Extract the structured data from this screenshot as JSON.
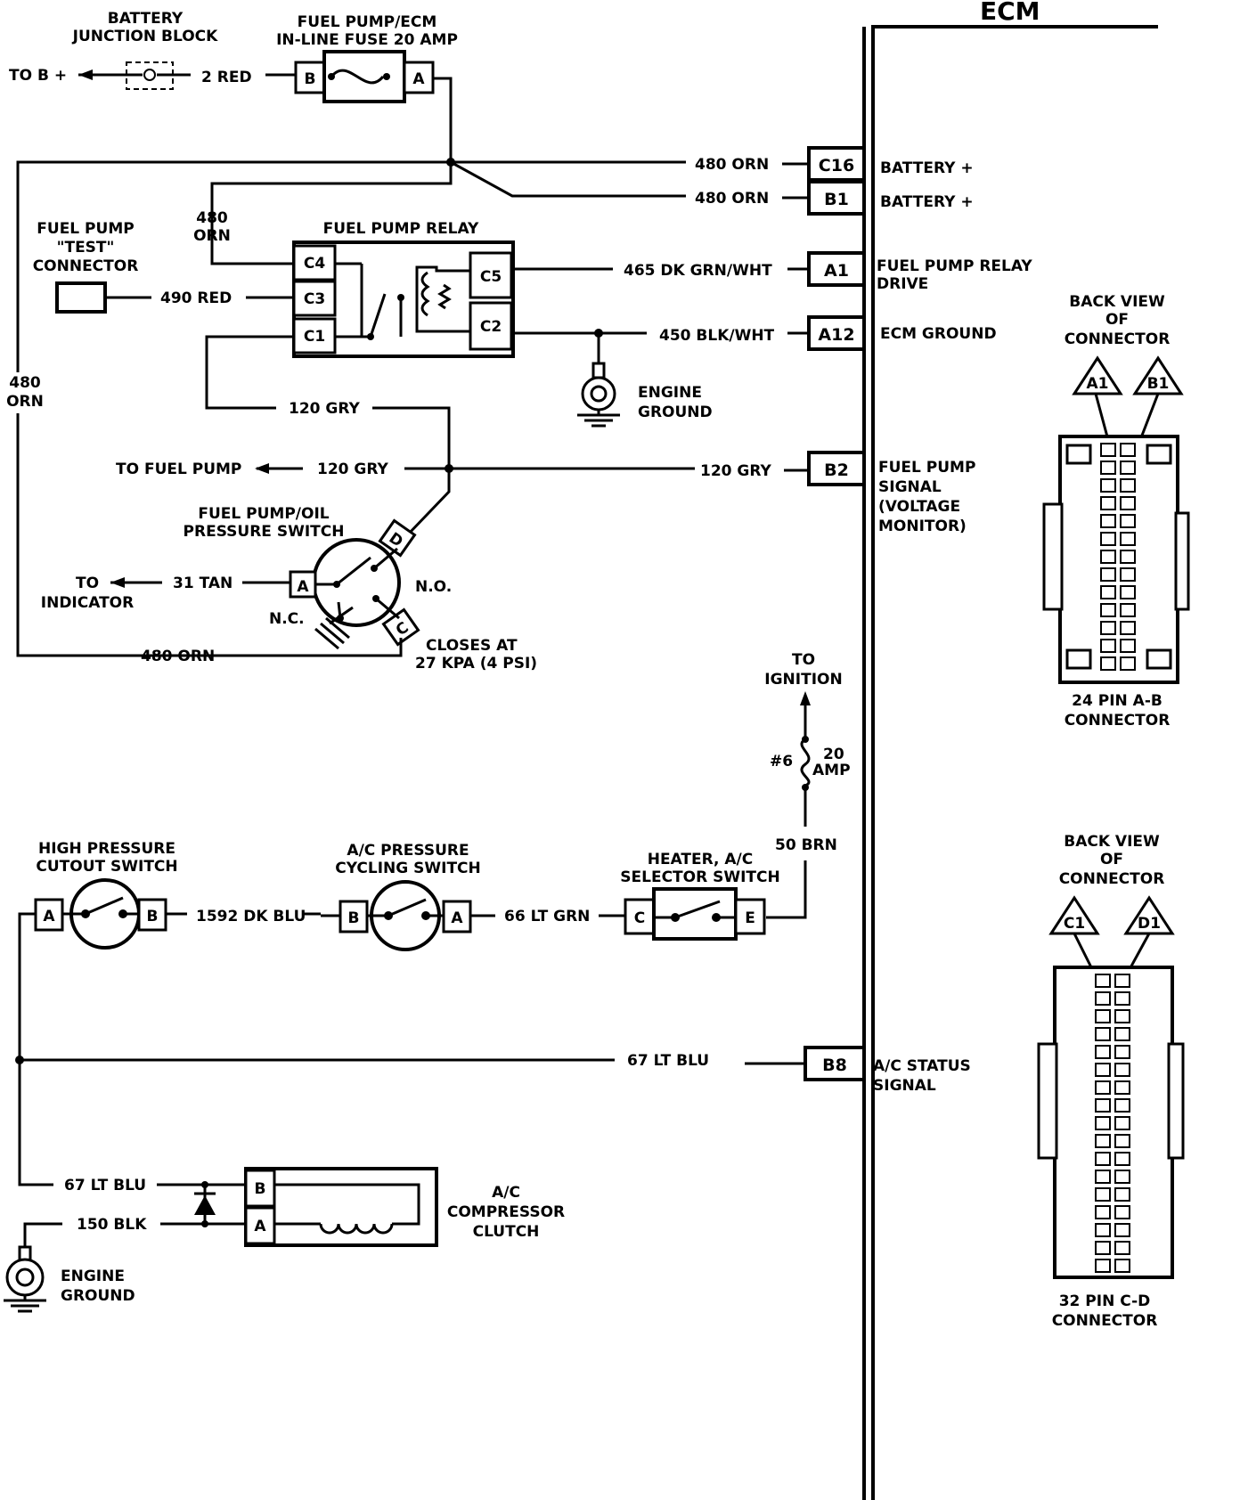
{
  "ecm": {
    "title": "ECM"
  },
  "top": {
    "battery_block": [
      "BATTERY",
      "JUNCTION BLOCK"
    ],
    "to_b_plus": "TO B +",
    "wire_2red": "2 RED",
    "fuse_title": [
      "FUEL PUMP/ECM",
      "IN-LINE FUSE 20 AMP"
    ],
    "fuse_pin_b": "B",
    "fuse_pin_a": "A"
  },
  "ecm_pins": [
    {
      "wire": "480 ORN",
      "pin": "C16",
      "desc": [
        "BATTERY +"
      ]
    },
    {
      "wire": "480 ORN",
      "pin": "B1",
      "desc": [
        "BATTERY +"
      ]
    },
    {
      "wire": "465 DK GRN/WHT",
      "pin": "A1",
      "desc": [
        "FUEL PUMP RELAY",
        "DRIVE"
      ]
    },
    {
      "wire": "450 BLK/WHT",
      "pin": "A12",
      "desc": [
        "ECM GROUND"
      ]
    },
    {
      "wire": "120 GRY",
      "pin": "B2",
      "desc": [
        "FUEL PUMP",
        "SIGNAL",
        "(VOLTAGE",
        "MONITOR)"
      ]
    },
    {
      "wire": "67 LT BLU",
      "pin": "B8",
      "desc": [
        "A/C STATUS",
        "SIGNAL"
      ]
    }
  ],
  "relay": {
    "title": "FUEL PUMP RELAY",
    "pins": {
      "c4": "C4",
      "c3": "C3",
      "c1": "C1",
      "c5": "C5",
      "c2": "C2"
    }
  },
  "left": {
    "orn_upper": [
      "480",
      "ORN"
    ],
    "orn_side": [
      "480",
      "ORN"
    ],
    "test_connector": [
      "FUEL PUMP",
      "\"TEST\"",
      "CONNECTOR"
    ],
    "wire_490": "490 RED",
    "wire_120_upper": "120 GRY",
    "to_fuel_pump": "TO FUEL PUMP",
    "wire_120_mid": "120 GRY",
    "engine_ground_1": [
      "ENGINE",
      "GROUND"
    ]
  },
  "oil_switch": {
    "title": [
      "FUEL PUMP/OIL",
      "PRESSURE SWITCH"
    ],
    "to_indicator": [
      "TO",
      "INDICATOR"
    ],
    "wire_31": "31 TAN",
    "pin_a": "A",
    "pin_d": "D",
    "pin_c": "C",
    "no": "N.O.",
    "nc": "N.C.",
    "closes": [
      "CLOSES AT",
      "27 KPA (4 PSI)"
    ],
    "wire_480": "480 ORN"
  },
  "ignition": {
    "to_ignition": [
      "TO",
      "IGNITION"
    ],
    "fuse_num": "#6",
    "fuse_amp": [
      "20",
      "AMP"
    ],
    "wire_50": "50 BRN"
  },
  "ac": {
    "hp_title": [
      "HIGH PRESSURE",
      "CUTOUT SWITCH"
    ],
    "hp_pin_a": "A",
    "hp_pin_b": "B",
    "wire_1592": "1592 DK BLU",
    "cyc_title": [
      "A/C PRESSURE",
      "CYCLING SWITCH"
    ],
    "cyc_pin_b": "B",
    "cyc_pin_a": "A",
    "wire_66": "66 LT GRN",
    "sel_title": [
      "HEATER, A/C",
      "SELECTOR SWITCH"
    ],
    "sel_pin_c": "C",
    "sel_pin_e": "E",
    "wire_67_bottom": "67 LT BLU",
    "wire_150": "150 BLK",
    "clutch_pin_b": "B",
    "clutch_pin_a": "A",
    "clutch_title": [
      "A/C",
      "COMPRESSOR",
      "CLUTCH"
    ],
    "engine_ground_2": [
      "ENGINE",
      "GROUND"
    ]
  },
  "connectors": {
    "back_view_1": [
      "BACK VIEW",
      "OF",
      "CONNECTOR"
    ],
    "tri_a1": "A1",
    "tri_b1": "B1",
    "conn_24": [
      "24 PIN  A-B",
      "CONNECTOR"
    ],
    "back_view_2": [
      "BACK VIEW",
      "OF",
      "CONNECTOR"
    ],
    "tri_c1": "C1",
    "tri_d1": "D1",
    "conn_32": [
      "32  PIN C-D",
      "CONNECTOR"
    ]
  }
}
